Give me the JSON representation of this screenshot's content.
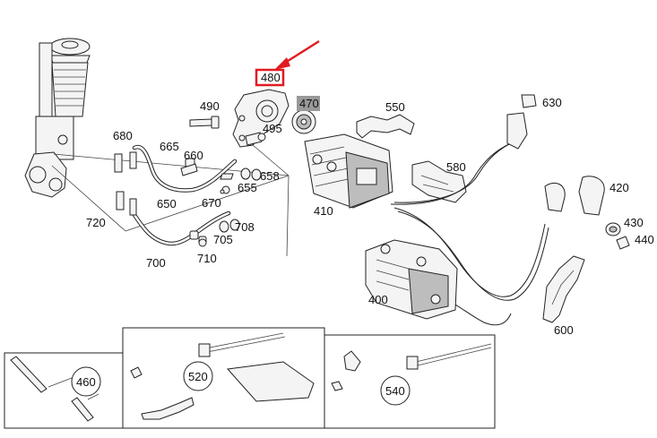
{
  "labels": {
    "p480": "480",
    "p470": "470",
    "p490": "490",
    "p495": "495",
    "p550": "550",
    "p630": "630",
    "p680": "680",
    "p665": "665",
    "p660": "660",
    "p658": "658",
    "p655": "655",
    "p650": "650",
    "p670": "670",
    "p580": "580",
    "p410": "410",
    "p420": "420",
    "p430": "430",
    "p440": "440",
    "p720": "720",
    "p708": "708",
    "p705": "705",
    "p700": "700",
    "p710": "710",
    "p400": "400",
    "p600": "600",
    "p460": "460",
    "p520": "520",
    "p540": "540"
  },
  "highlight": {
    "part": "480",
    "color": "#e11b22"
  },
  "colors": {
    "accent_red": "#e11b22",
    "shaded_label_bg": "#999999"
  }
}
